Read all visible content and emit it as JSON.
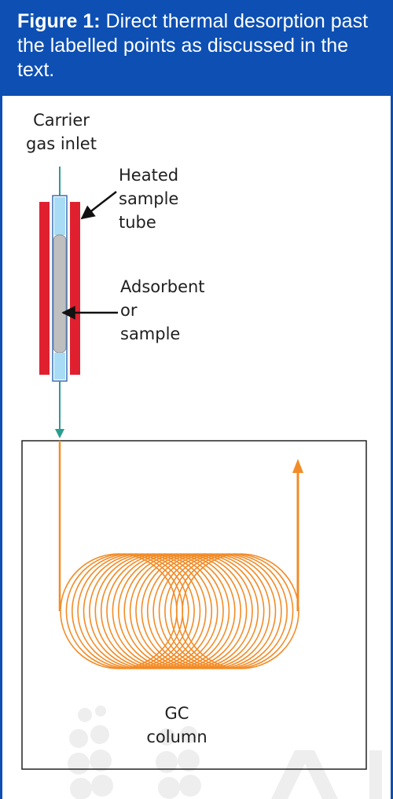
{
  "caption": {
    "label": "Figure 1:",
    "text": "Direct thermal desorption past the labelled points as discussed in the text."
  },
  "labels": {
    "carrier_gas_inlet": [
      "Carrier",
      "gas inlet"
    ],
    "heated_sample_tube": [
      "Heated",
      "sample",
      "tube"
    ],
    "adsorbent_or_sample": [
      "Adsorbent",
      "or",
      "sample"
    ],
    "gc_column": [
      "GC",
      "column"
    ]
  },
  "colors": {
    "caption_background": "#0d4fb3",
    "heater": "#e0202f",
    "gas_line": "#2a9d8f",
    "column": "#f28c28",
    "tube_end": "#a8dcf5",
    "sorbent": "#bfbfbf"
  }
}
